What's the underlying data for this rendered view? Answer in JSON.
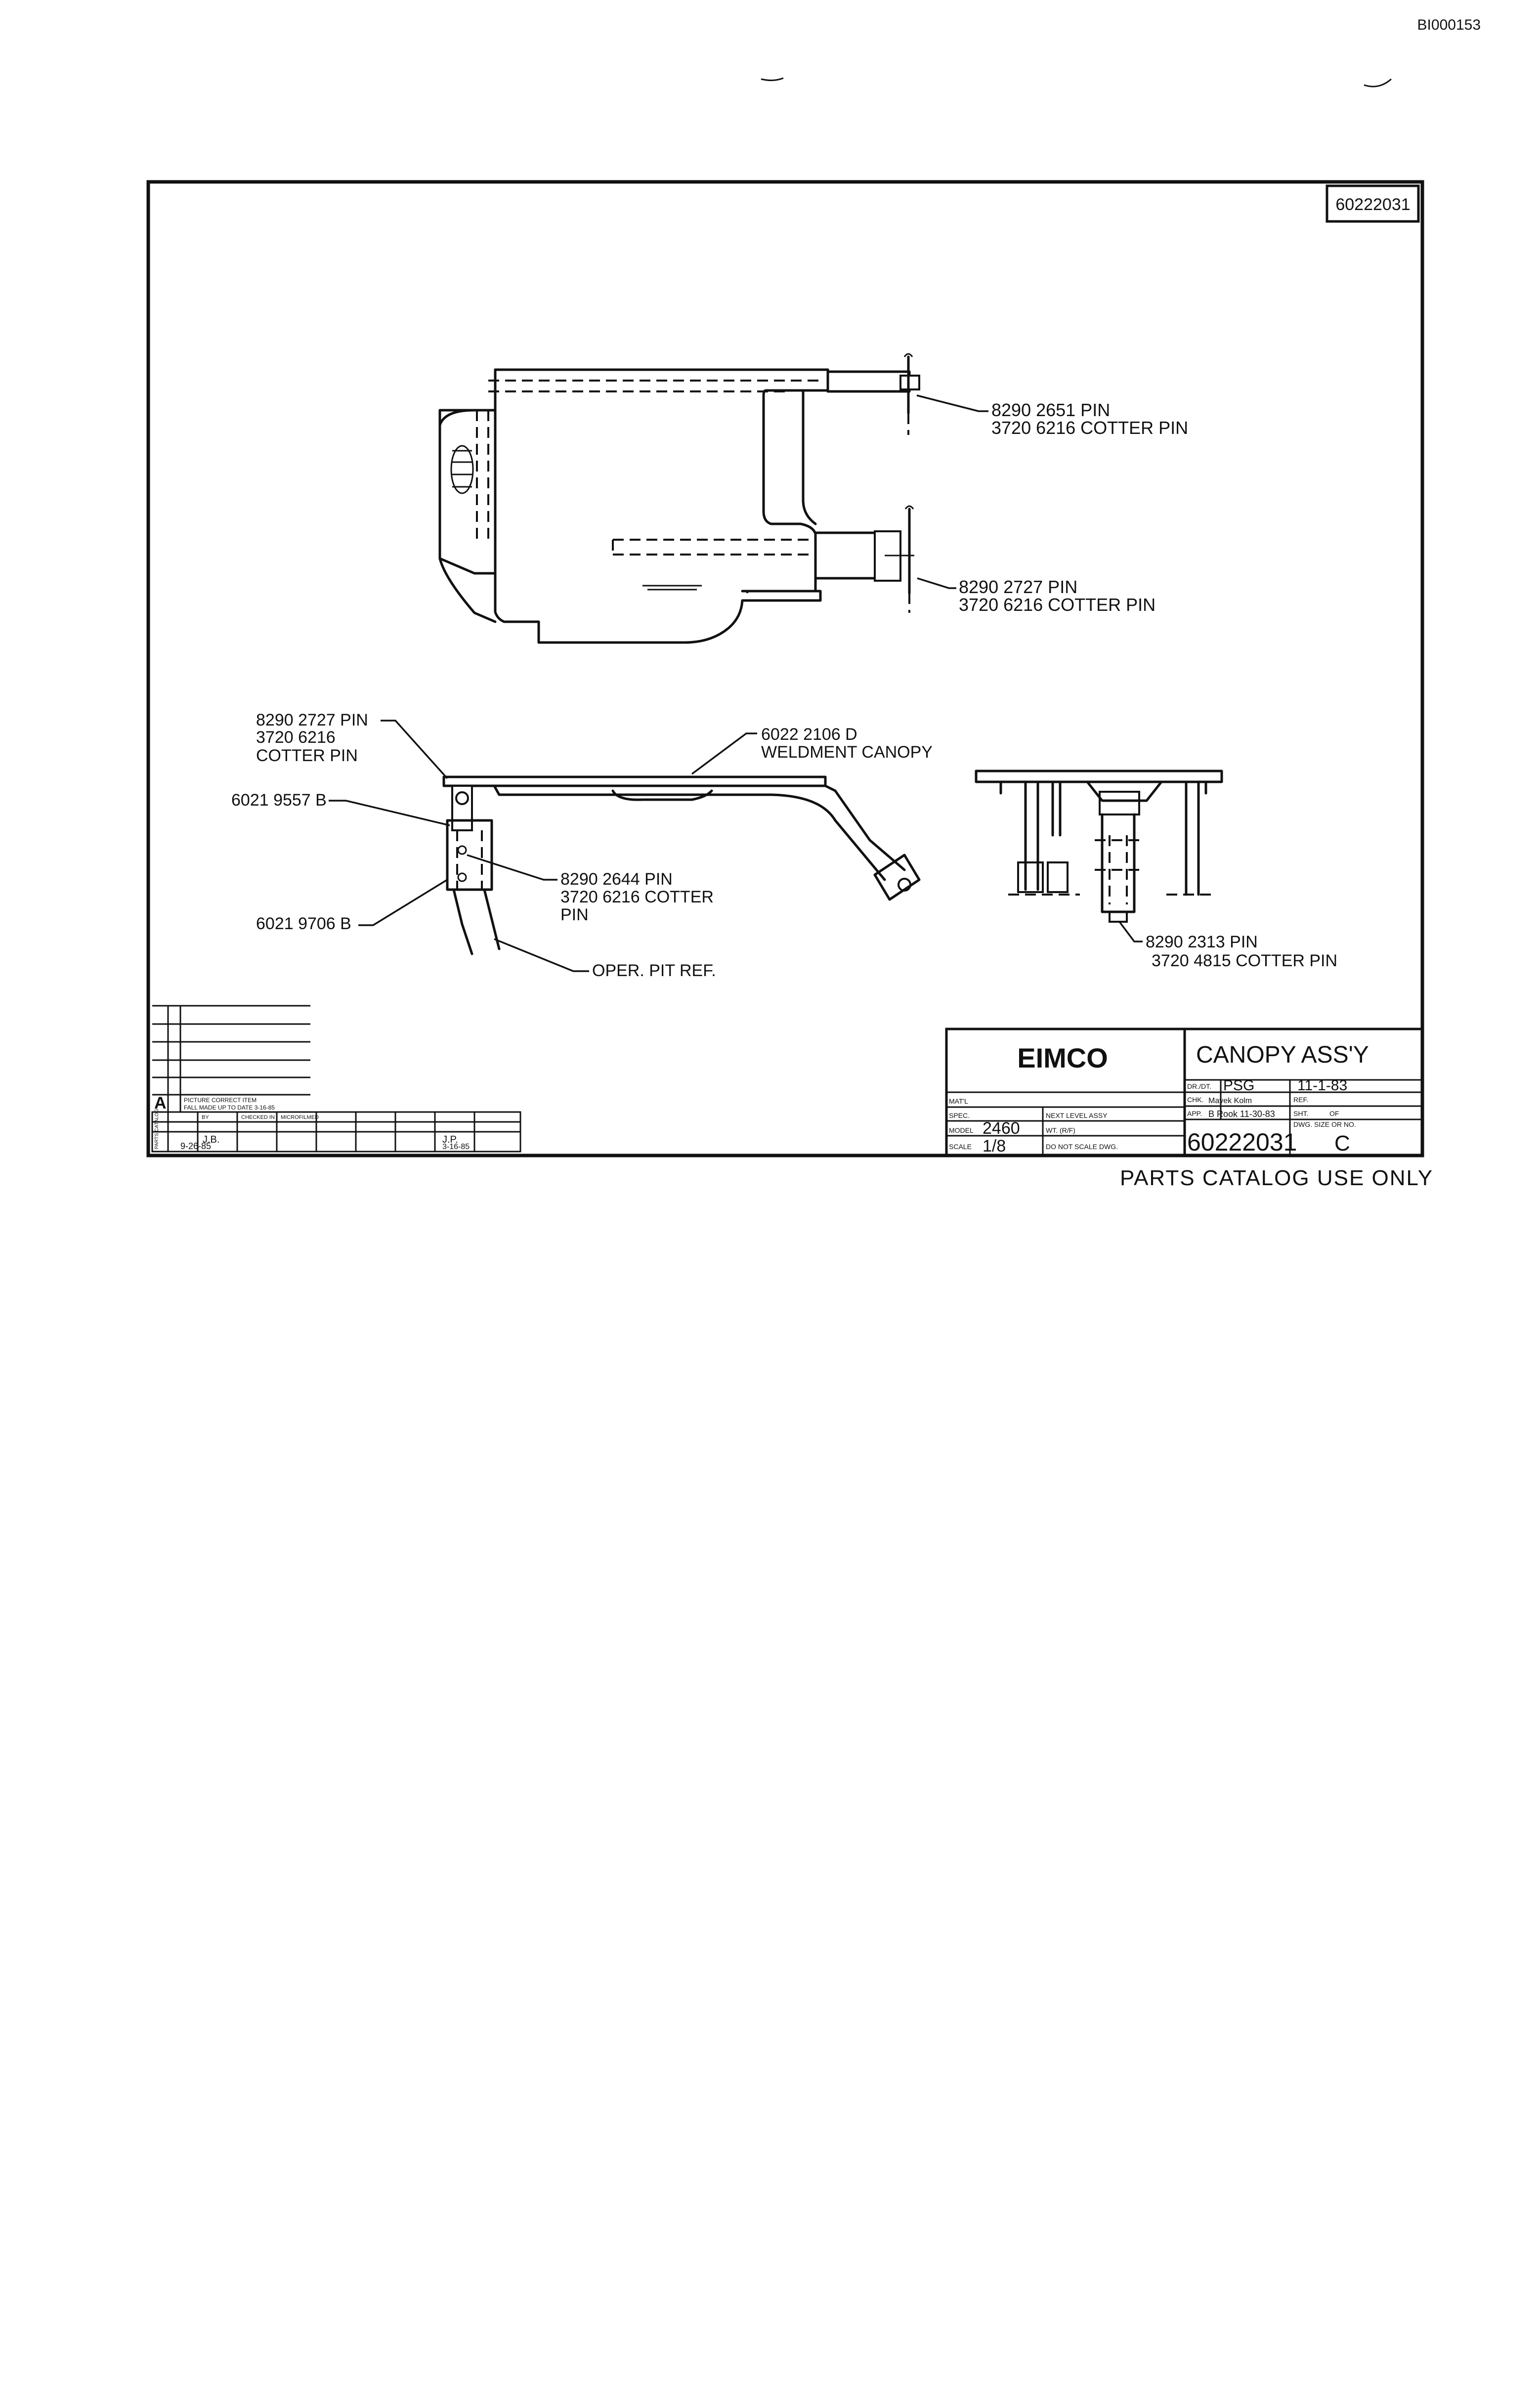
{
  "doc_id": "BI000153",
  "corner_number": "60222031",
  "callouts": {
    "top_pin1_line1": "8290 2651  PIN",
    "top_pin1_line2": "3720 6216   COTTER  PIN",
    "top_pin2_line1": "8290 2727  PIN",
    "top_pin2_line2": "3720 6216  COTTER PIN",
    "side_pin_line1": "8290 2727  PIN",
    "side_pin_line2": "3720 6216",
    "side_pin_line3": "COTTER  PIN",
    "part_upper": "6021 9557 B",
    "part_lower": "6021 9706 B",
    "weldment_line1": "6022 2106 D",
    "weldment_line2": "WELDMENT  CANOPY",
    "mid_pin_line1": "8290 2644  PIN",
    "mid_pin_line2": "3720 6216  COTTER",
    "mid_pin_line3": "PIN",
    "oper_pit": "OPER. PIT  REF.",
    "end_pin_line1": "8290 2313  PIN",
    "end_pin_line2": "3720 4815  COTTER PIN"
  },
  "title_block": {
    "company": "EIMCO",
    "title": "CANOPY  ASS'Y",
    "dr_label": "DR./DT.",
    "dr_value": "PSG",
    "date": "11-1-83",
    "chk_label": "CHK.",
    "chk_value": "Mavek  Kolm",
    "ref_label": "REF.",
    "app_label": "APP.",
    "app_value": "B Rook  11-30-83",
    "sht_label": "SHT.",
    "of_label": "OF",
    "size_label": "DWG. SIZE OR NO.",
    "matl_label": "MAT'L",
    "spec_label": "SPEC.",
    "next_level_label": "NEXT LEVEL ASSY",
    "model_label": "MODEL",
    "model_value": "2460",
    "wt_label": "WT. (R/F)",
    "scale_label": "SCALE",
    "scale_value": "1/8",
    "no_scale": "DO NOT SCALE DWG.",
    "dwg_number": "60222031",
    "size": "C"
  },
  "revision_block": {
    "rev_letter": "A",
    "rev_note_line1": "PICTURE  CORRECT  ITEM",
    "rev_note_line2": "FALL  MADE  UP  TO  DATE  3-16-85",
    "checked_label": "CHECKED IN",
    "micro_label": "MICROFILMED",
    "by_label": "BY",
    "parts_label": "PARTS CATALOG",
    "initials_1": "J.B.",
    "initials_2": "J.P.",
    "date_1": "9-26-85",
    "date_2": "3-16-85"
  },
  "footer": "PARTS  CATALOG  USE  ONLY"
}
